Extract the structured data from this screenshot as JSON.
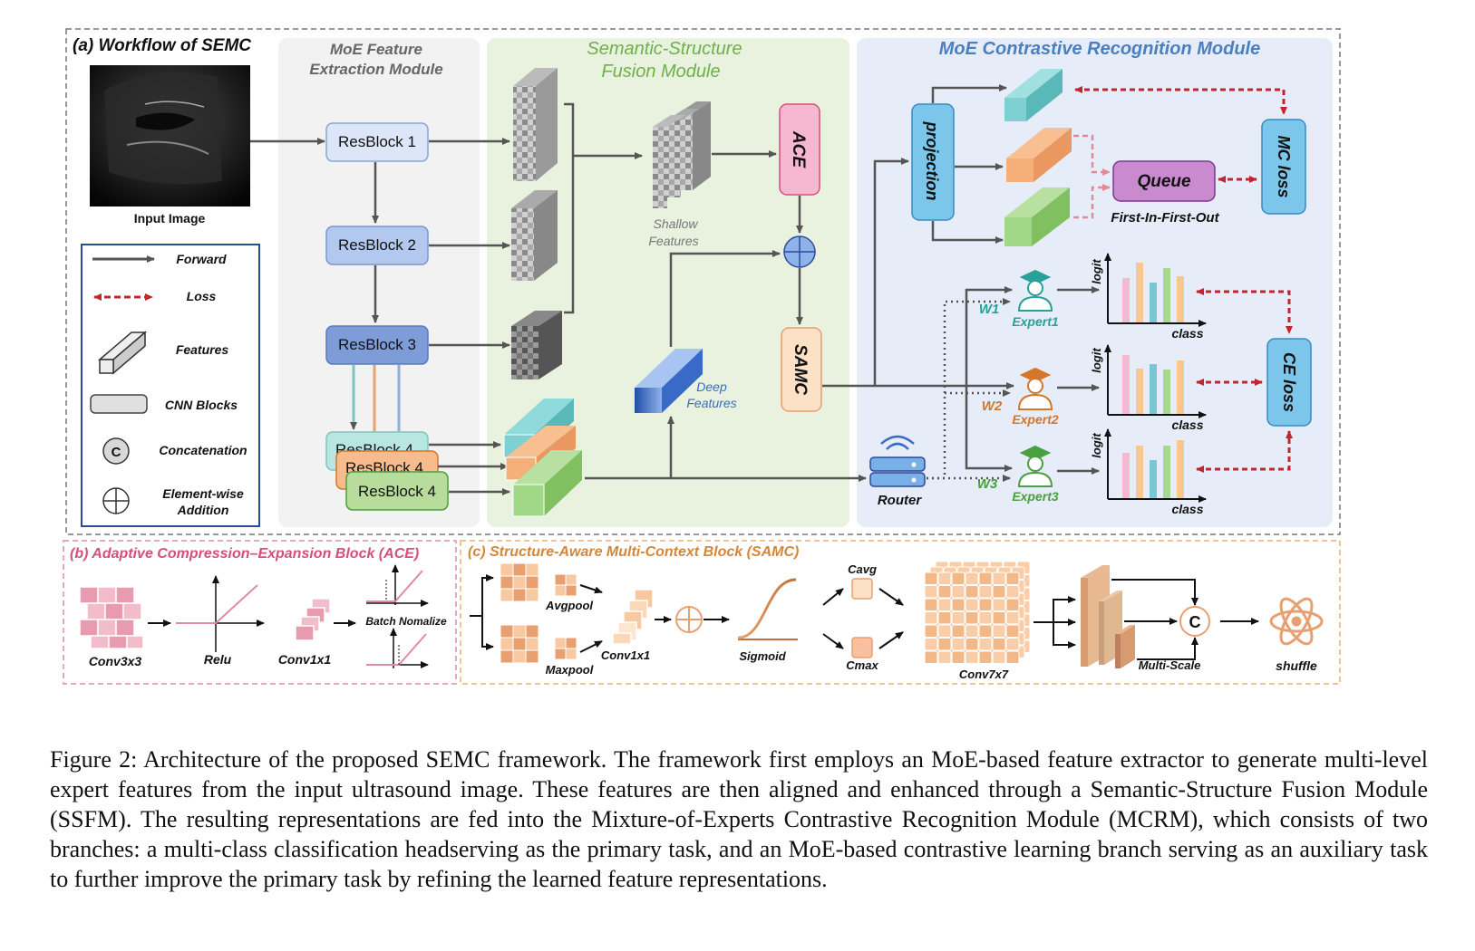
{
  "panel_a": {
    "title": "(a) Workflow of SEMC",
    "input_label": "Input Image",
    "moe_module_title": [
      "MoE Feature",
      "Extraction Module"
    ],
    "fusion_module_title": [
      "Semantic-Structure",
      "Fusion Module"
    ],
    "mcrm_title": "MoE Contrastive Recognition Module",
    "resblocks": [
      "ResBlock 1",
      "ResBlock 2",
      "ResBlock 3",
      "ResBlock 4",
      "ResBlock 4",
      "ResBlock 4"
    ],
    "shallow_features": [
      "Shallow",
      "Features"
    ],
    "deep_features": [
      "Deep",
      "Features"
    ],
    "ace": "ACE",
    "samc": "SAMC",
    "projection": "projection",
    "queue": "Queue",
    "fifo": "First-In-First-Out",
    "mc_loss": "MC loss",
    "ce_loss": "CE loss",
    "router": "Router",
    "experts": [
      "Expert1",
      "Expert2",
      "Expert3"
    ],
    "weights": [
      "W1",
      "W2",
      "W3"
    ],
    "axis_y": "logit",
    "axis_x": "class"
  },
  "legend": {
    "forward": "Forward",
    "loss": "Loss",
    "features": "Features",
    "cnn_blocks": "CNN Blocks",
    "concatenation": "Concatenation",
    "concat_symbol": "C",
    "elementwise": [
      "Element-wise",
      "Addition"
    ]
  },
  "panel_b": {
    "title": "(b) Adaptive Compression–Expansion Block (ACE)",
    "conv3": "Conv3x3",
    "relu": "Relu",
    "conv1": "Conv1x1",
    "batchnorm": "Batch Nomalize"
  },
  "panel_c": {
    "title": "(c) Structure-Aware Multi-Context Block (SAMC)",
    "avgpool": "Avgpool",
    "maxpool": "Maxpool",
    "conv1": "Conv1x1",
    "sigmoid": "Sigmoid",
    "cavg": "Cavg",
    "cmax": "Cmax",
    "conv7": "Conv7x7",
    "multiscale": "Multi-Scale",
    "concat_symbol": "C",
    "shuffle": "shuffle"
  },
  "caption": "Figure 2: Architecture of the proposed SEMC framework. The framework first employs an MoE-based feature extractor to generate multi-level expert features from the input ultrasound image. These features are then aligned and enhanced through a Semantic-Structure Fusion Module (SSFM). The resulting representations are fed into the Mixture-of-Experts Contrastive Recognition Module (MCRM), which consists of two branches: a multi-class classification headserving as the primary task, and an MoE-based contrastive learning branch serving as an auxiliary task to further improve the primary task by refining the learned feature representations.",
  "colors": {
    "expert1": "#2aa198",
    "expert2": "#d4772a",
    "expert3": "#4aa040",
    "loss": "#c0272d",
    "forward": "#555555",
    "module_blue": "#4a7fc0",
    "module_green": "#6fb04a",
    "ace_pink": "#f5b8d0",
    "samc_peach": "#fde1c6",
    "queue_purple": "#c98ad0",
    "cyan_box": "#7cc6ec",
    "panel_b_title": "#d4507a",
    "panel_c_title": "#d4873a"
  }
}
